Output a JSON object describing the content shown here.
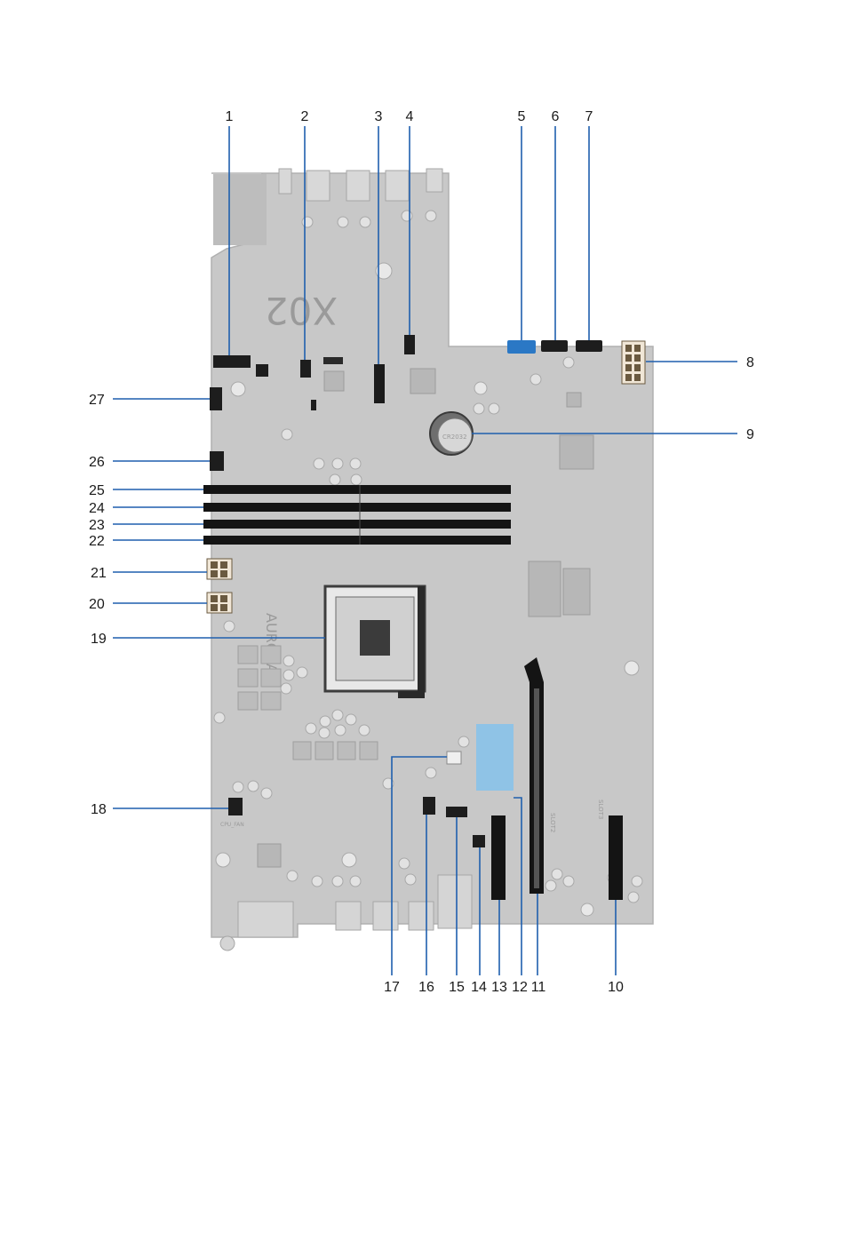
{
  "diagram": {
    "board_markings": {
      "large_text": "X02",
      "brand_text": "AURORA",
      "slot_text": "SLOT2",
      "slot_text_b": "SLOT3",
      "small_text": "CPU_FAN",
      "battery_text": "CR2032"
    },
    "callouts": [
      {
        "id": 1,
        "label": "1"
      },
      {
        "id": 2,
        "label": "2"
      },
      {
        "id": 3,
        "label": "3"
      },
      {
        "id": 4,
        "label": "4"
      },
      {
        "id": 5,
        "label": "5"
      },
      {
        "id": 6,
        "label": "6"
      },
      {
        "id": 7,
        "label": "7"
      },
      {
        "id": 8,
        "label": "8"
      },
      {
        "id": 9,
        "label": "9"
      },
      {
        "id": 10,
        "label": "10"
      },
      {
        "id": 11,
        "label": "11"
      },
      {
        "id": 12,
        "label": "12"
      },
      {
        "id": 13,
        "label": "13"
      },
      {
        "id": 14,
        "label": "14"
      },
      {
        "id": 15,
        "label": "15"
      },
      {
        "id": 16,
        "label": "16"
      },
      {
        "id": 17,
        "label": "17"
      },
      {
        "id": 18,
        "label": "18"
      },
      {
        "id": 19,
        "label": "19"
      },
      {
        "id": 20,
        "label": "20"
      },
      {
        "id": 21,
        "label": "21"
      },
      {
        "id": 22,
        "label": "22"
      },
      {
        "id": 23,
        "label": "23"
      },
      {
        "id": 24,
        "label": "24"
      },
      {
        "id": 25,
        "label": "25"
      },
      {
        "id": 26,
        "label": "26"
      },
      {
        "id": 27,
        "label": "27"
      }
    ],
    "colors": {
      "board": "#c9c9c9",
      "board_edge": "#b2b2b2",
      "leader": "#1f5fae",
      "dimm": "#141414",
      "sata_blue": "#2b78c5",
      "m2_blue": "#8fc3e6"
    }
  }
}
